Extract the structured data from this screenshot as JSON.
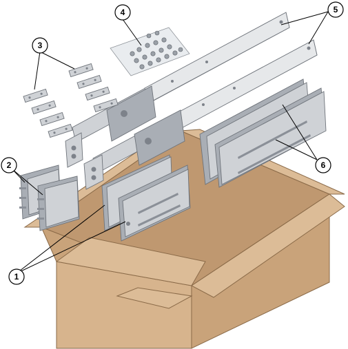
{
  "callouts": [
    {
      "id": "1",
      "label": "1"
    },
    {
      "id": "2",
      "label": "2"
    },
    {
      "id": "3",
      "label": "3"
    },
    {
      "id": "4",
      "label": "4"
    },
    {
      "id": "5",
      "label": "5"
    },
    {
      "id": "6",
      "label": "6"
    }
  ],
  "colors": {
    "box": "#d7b48d",
    "metal": "#cfd2d6",
    "outline": "#000000"
  }
}
